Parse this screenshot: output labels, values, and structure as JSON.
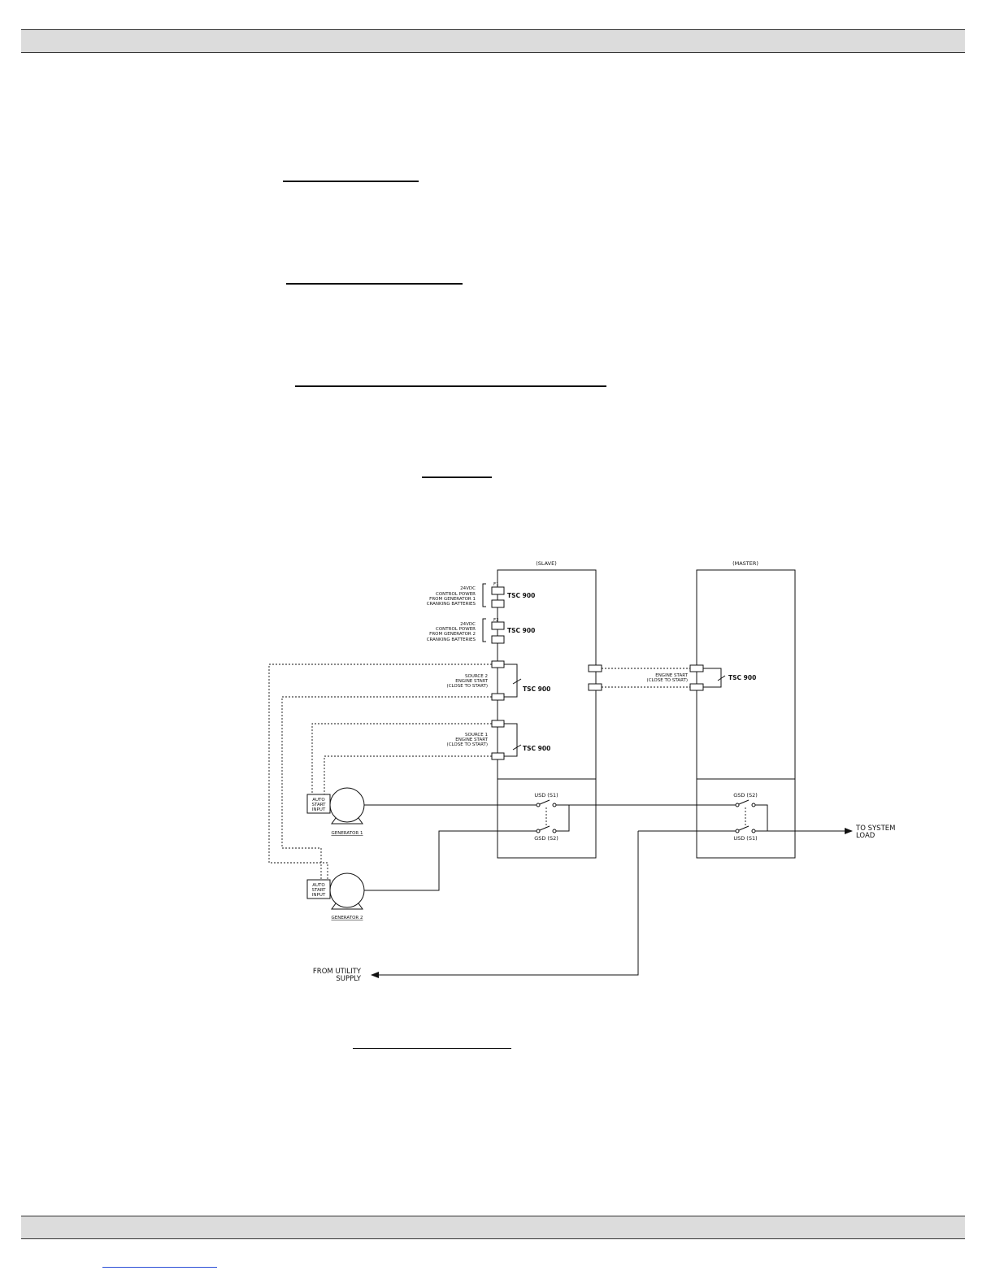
{
  "diagram": {
    "panels": {
      "slave": "(SLAVE)",
      "master": "(MASTER)"
    },
    "slave_control": {
      "power1": [
        "24VDC",
        "CONTROL POWER",
        "FROM GENERATOR 1",
        "CRANKING BATTERIES"
      ],
      "power2": [
        "24VDC",
        "CONTROL POWER",
        "FROM GENERATOR 2",
        "CRANKING BATTERIES"
      ],
      "source2": [
        "SOURCE 2",
        "ENGINE START",
        "(CLOSE TO START)"
      ],
      "source1": [
        "SOURCE 1",
        "ENGINE START",
        "(CLOSE TO START)"
      ],
      "fuse1": "F1",
      "fuse2": "F2",
      "tsc": "TSC 900"
    },
    "master_control": {
      "engine_start": [
        "ENGINE START",
        "(CLOSE TO START)"
      ],
      "tsc": "TSC 900"
    },
    "switches": {
      "slave_top": "USD (S1)",
      "slave_bottom": "GSD (S2)",
      "master_top": "GSD (S2)",
      "master_bottom": "USD (S1)"
    },
    "generators": {
      "gen1_input": [
        "AUTO",
        "START",
        "INPUT"
      ],
      "gen1_label": "GENERATOR 1",
      "gen2_input": [
        "AUTO",
        "START",
        "INPUT"
      ],
      "gen2_label": "GENERATOR 2"
    },
    "terminals": {
      "load": [
        "TO SYSTEM",
        "LOAD"
      ],
      "utility": [
        "FROM UTILITY",
        "SUPPLY"
      ]
    }
  }
}
